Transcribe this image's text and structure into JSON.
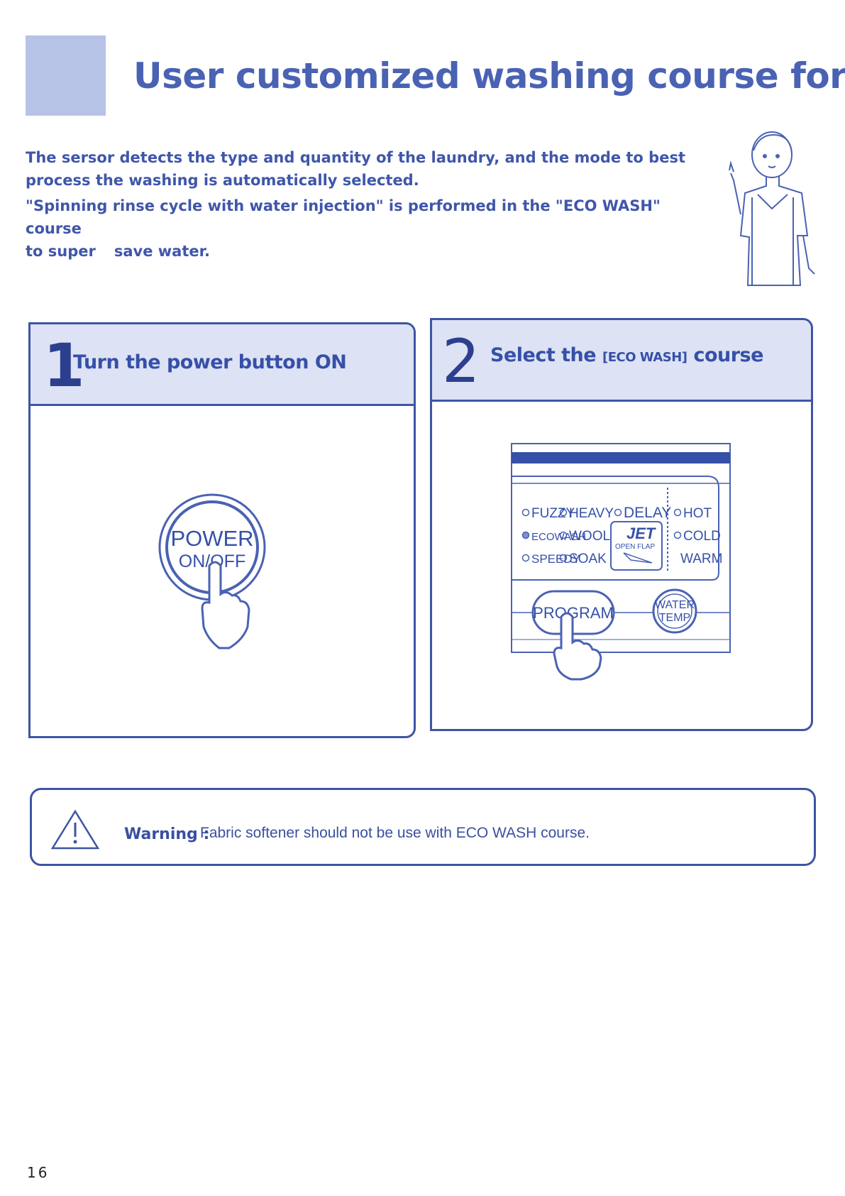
{
  "page": {
    "title": "User customized washing course for home",
    "intro": [
      "The sersor detects the type and quantity of the laundry, and the mode to best process the washing is automatically selected.",
      "\"Spinning rinse cycle with water injection\" is performed in the \"ECO WASH\" course"
    ],
    "intro_line3_a": "to super",
    "intro_line3_b": "save water.",
    "page_number": "16"
  },
  "step1": {
    "number": "1",
    "title": "Turn the power button ON",
    "button_line1": "POWER",
    "button_line2": "ON/OFF"
  },
  "step2": {
    "number": "2",
    "title_a": "Select the",
    "title_b": "[ECO WASH]",
    "title_c": "course",
    "panel": {
      "fuzzy": "FUZZY",
      "heavy": "HEAVY",
      "delay": "DELAY",
      "hot": "HOT",
      "ecowash": "ECOWASH",
      "wool": "WOOL",
      "jet": "JET",
      "open_flap": "OPEN FLAP",
      "cold": "COLD",
      "speedy": "SPEEDY",
      "soak": "SOAK",
      "warm": "WARM",
      "program": "PROGRAM",
      "water": "WATER",
      "temp": "TEMP"
    }
  },
  "warning": {
    "label": "Warning",
    "separator": ":",
    "text": "Fabric softener should not be use with ECO WASH course."
  },
  "colors": {
    "accent": "#3e54a5",
    "header_fill": "#dde2f4",
    "tab_fill": "#b7c3e6"
  }
}
